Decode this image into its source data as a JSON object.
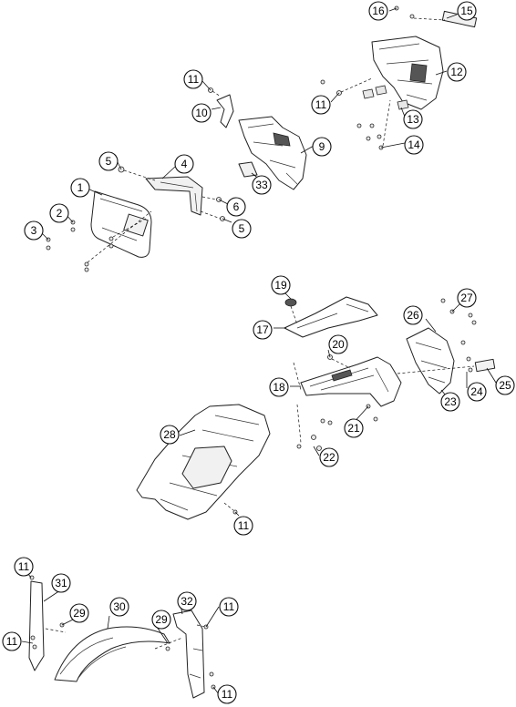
{
  "callouts": [
    "1",
    "2",
    "3",
    "4",
    "5",
    "5",
    "6",
    "9",
    "10",
    "11",
    "11",
    "11",
    "11",
    "11",
    "11",
    "11",
    "12",
    "13",
    "14",
    "15",
    "16",
    "17",
    "18",
    "19",
    "20",
    "21",
    "22",
    "23",
    "24",
    "25",
    "26",
    "27",
    "28",
    "29",
    "29",
    "30",
    "31",
    "32",
    "33"
  ]
}
